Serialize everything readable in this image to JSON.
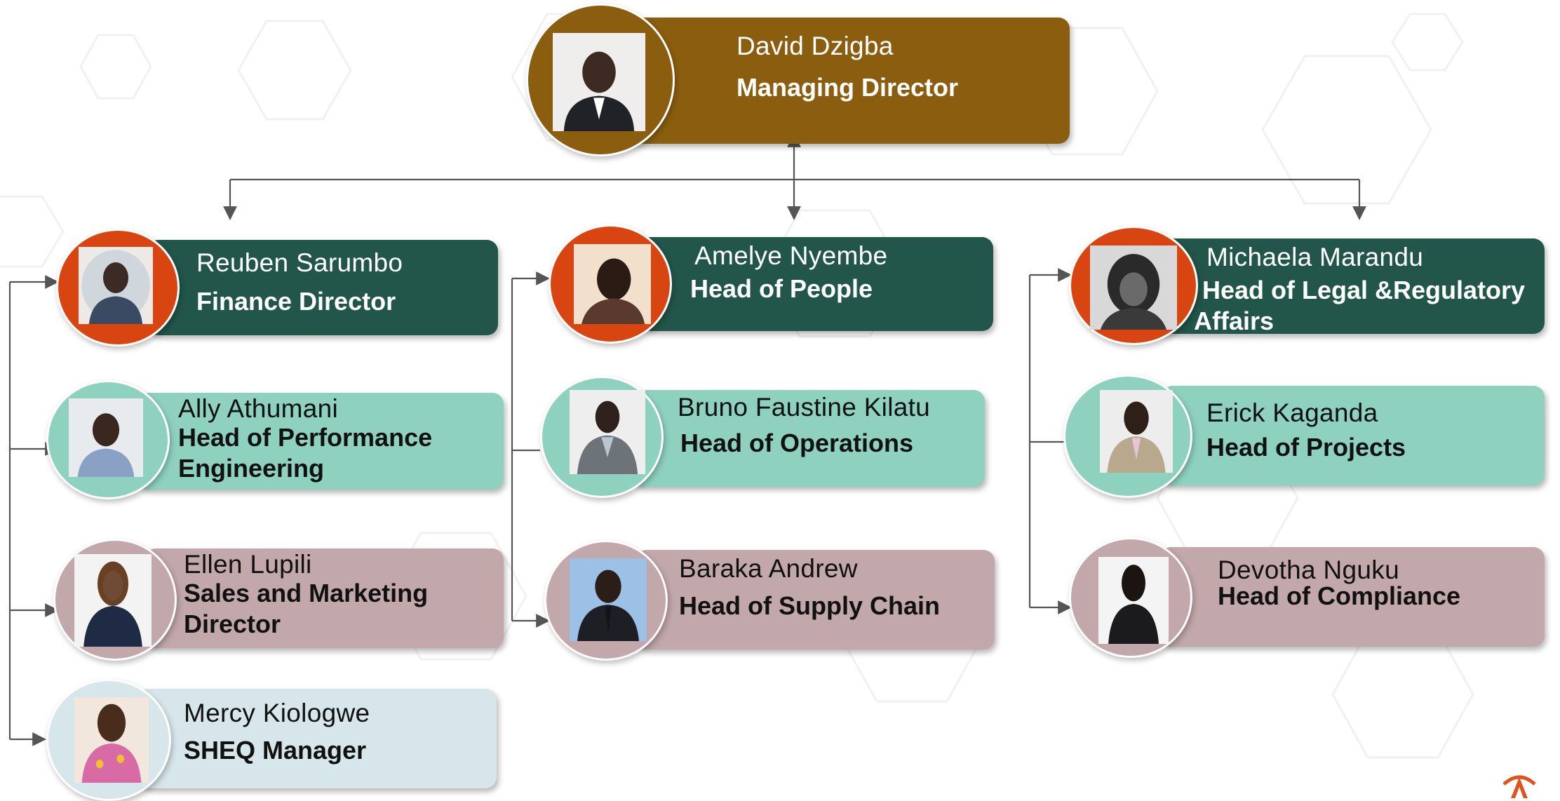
{
  "people": {
    "md": {
      "name": "David Dzigba",
      "role": "Managing Director",
      "photo": "person-photo"
    },
    "fin": {
      "name": "Reuben Sarumbo",
      "role": "Finance Director",
      "photo": "person-photo"
    },
    "ppl": {
      "name": "Amelye Nyembe",
      "role": "Head of People",
      "photo": "person-photo"
    },
    "legal": {
      "name": "Michaela Marandu",
      "role": "Head of Legal &Regulatory Affairs",
      "photo": "person-photo"
    },
    "perf": {
      "name": "Ally Athumani",
      "role": "Head of Performance Engineering",
      "photo": "person-photo"
    },
    "ops": {
      "name": "Bruno Faustine Kilatu",
      "role": "Head of Operations",
      "photo": "person-photo"
    },
    "proj": {
      "name": "Erick Kaganda",
      "role": "Head of  Projects",
      "photo": "person-photo"
    },
    "sales": {
      "name": "Ellen Lupili",
      "role": "Sales and Marketing Director",
      "photo": "person-photo"
    },
    "supply": {
      "name": "Baraka Andrew",
      "role": "Head of Supply Chain",
      "photo": "person-photo"
    },
    "comp": {
      "name": "Devotha Nguku",
      "role": "Head of Compliance",
      "photo": "person-photo"
    },
    "sheq": {
      "name": "Mercy Kiologwe",
      "role": "SHEQ Manager",
      "photo": "person-photo"
    }
  },
  "reporting_lines": [
    {
      "from": "md",
      "to": "fin"
    },
    {
      "from": "md",
      "to": "ppl"
    },
    {
      "from": "md",
      "to": "legal"
    },
    {
      "from": "fin",
      "to": "perf"
    },
    {
      "from": "fin",
      "to": "sales"
    },
    {
      "from": "fin",
      "to": "sheq"
    },
    {
      "from": "ppl",
      "to": "ops"
    },
    {
      "from": "ppl",
      "to": "supply"
    },
    {
      "from": "legal",
      "to": "proj"
    },
    {
      "from": "legal",
      "to": "comp"
    }
  ],
  "colors": {
    "gold": "#8b5e0f",
    "dark_green": "#22564a",
    "orange_red": "#d94510",
    "teal": "#8ed1bf",
    "mauve": "#c2a7ab",
    "light_blue": "#d6e6ea",
    "connector": "#555555",
    "logo": "#e0531c"
  },
  "logo": {
    "icon": "company-logo-icon"
  }
}
